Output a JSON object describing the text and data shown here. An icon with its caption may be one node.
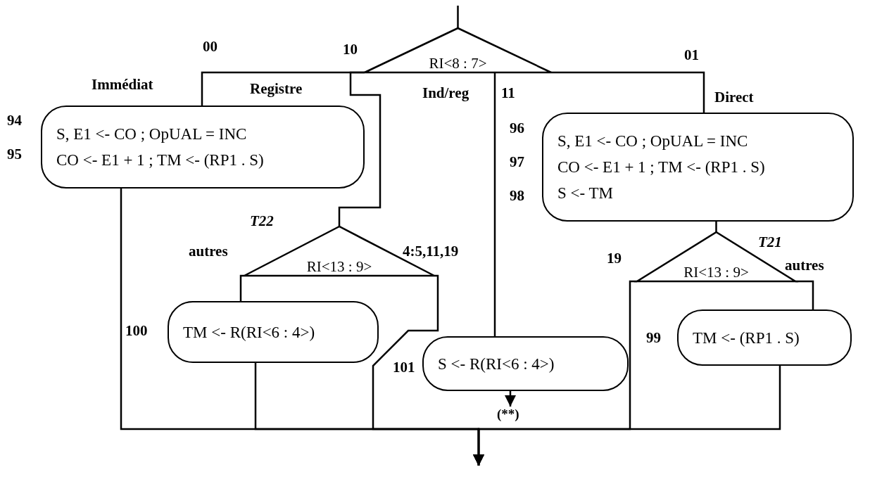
{
  "diagram": {
    "nodes": [
      {
        "text": [
          "RI<8 : 7>"
        ]
      },
      {
        "text": [
          "S, E1 <- CO ; OpUAL = INC",
          "CO <- E1 + 1 ; TM <- (RP1 . S)"
        ],
        "beside": [
          "94",
          "95"
        ]
      },
      {
        "text": [
          "S, E1 <- CO ; OpUAL = INC",
          "CO <- E1 + 1 ; TM <- (RP1 . S)",
          "S <- TM"
        ],
        "beside": [
          "96",
          "97",
          "98"
        ]
      },
      {
        "text": [
          "RI<13 : 9>"
        ],
        "beside": [
          "T22"
        ]
      },
      {
        "text": [
          "TM <- R(RI<6 : 4>)"
        ],
        "beside": [
          "100"
        ]
      },
      {
        "text": [
          "S <- R(RI<6 : 4>)"
        ],
        "beside": [
          "101"
        ]
      },
      {
        "text": [
          "RI<13 : 9>"
        ],
        "beside": [
          "T21"
        ]
      },
      {
        "text": [
          "TM <- (RP1 . S)"
        ],
        "beside": [
          "99"
        ]
      },
      {
        "text": [
          "(**)"
        ]
      }
    ],
    "edges": [
      {
        "from": null,
        "to": 0,
        "arrow": "none"
      },
      {
        "from": 0,
        "to": 1,
        "arrow": "none",
        "label": "00"
      },
      {
        "from": 0,
        "to": 3,
        "arrow": "none",
        "label": "10"
      },
      {
        "from": 0,
        "to": 5,
        "arrow": "none",
        "label": "11"
      },
      {
        "from": 0,
        "to": 2,
        "arrow": "none",
        "label": "01"
      },
      {
        "from": 1,
        "to": null,
        "arrow": "to"
      },
      {
        "from": 3,
        "to": 4,
        "arrow": "none",
        "label": "autres"
      },
      {
        "from": 3,
        "to": null,
        "arrow": "to",
        "label": "4:5,11,19"
      },
      {
        "from": 4,
        "to": null,
        "arrow": "to"
      },
      {
        "from": 2,
        "to": 6,
        "arrow": "none"
      },
      {
        "from": 6,
        "to": 7,
        "arrow": "none",
        "label": "autres"
      },
      {
        "from": 6,
        "to": null,
        "arrow": "to",
        "label": "19"
      },
      {
        "from": 7,
        "to": null,
        "arrow": "to"
      },
      {
        "from": 5,
        "to": 8,
        "arrow": "to"
      }
    ],
    "labels": [
      "Immédiat",
      "Registre",
      "Ind/reg",
      "Direct"
    ]
  }
}
